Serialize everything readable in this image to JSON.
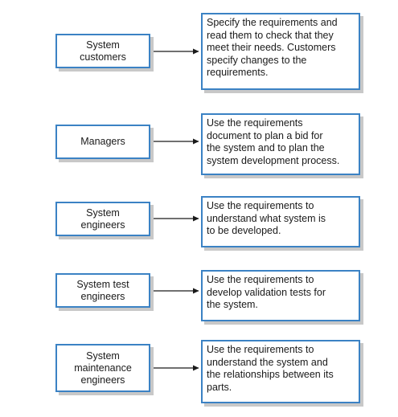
{
  "colors": {
    "box_border": "#3b82c4",
    "box_shadow": "#c8c8c8",
    "arrow": "#1a1a1a"
  },
  "rows": [
    {
      "user": "System\ncustomers",
      "use": "Specify the requirements and\nread them to check that they\nmeet their needs. Customers\nspecify changes to the\nrequirements."
    },
    {
      "user": "Managers",
      "use": "Use the requirements\ndocument to plan a bid for\nthe system and to plan the\nsystem development process."
    },
    {
      "user": "System\nengineers",
      "use": "Use the requirements to\nunderstand what system is\nto be developed."
    },
    {
      "user": "System test\nengineers",
      "use": "Use the requirements to\ndevelop validation tests for\nthe system."
    },
    {
      "user": "System\nmaintenance\nengineers",
      "use": "Use the requirements to\nunderstand the system and\nthe relationships between its\nparts."
    }
  ]
}
